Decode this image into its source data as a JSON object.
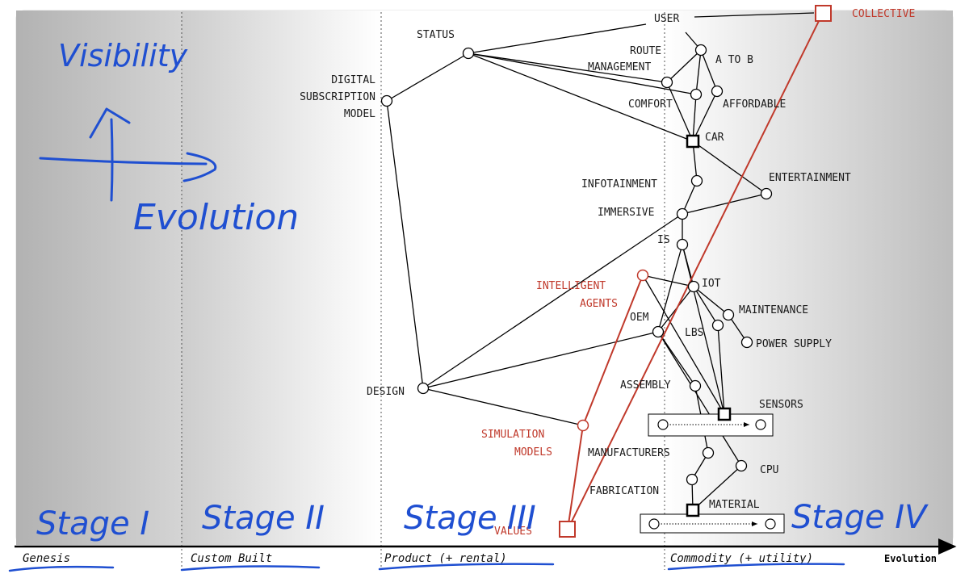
{
  "map": {
    "axis": {
      "stages": [
        "Genesis",
        "Custom Built",
        "Product (+ rental)",
        "Commodity (+ utility)"
      ],
      "evolution_label": "Evolution"
    },
    "annotations": {
      "visibility": "Visibility",
      "evolution": "Evolution",
      "stage_1": "Stage I",
      "stage_2": "Stage II",
      "stage_3": "Stage III",
      "stage_4": "Stage IV"
    },
    "nodes": {
      "user": "USER",
      "collective": "COLLECTIVE",
      "status": "STATUS",
      "route_1": "ROUTE",
      "route_2": "MANAGEMENT",
      "a_to_b": "A TO B",
      "digital_1": "DIGITAL",
      "digital_2": "SUBSCRIPTION",
      "digital_3": "MODEL",
      "comfort": "COMFORT",
      "affordable": "AFFORDABLE",
      "car": "CAR",
      "infotainment": "INFOTAINMENT",
      "entertainment": "ENTERTAINMENT",
      "immersive": "IMMERSIVE",
      "is": "IS",
      "ia_1": "INTELLIGENT",
      "ia_2": "AGENTS",
      "iot": "IOT",
      "maintenance": "MAINTENANCE",
      "oem": "OEM",
      "lbs": "LBS",
      "power_supply": "POWER SUPPLY",
      "design": "DESIGN",
      "assembly": "ASSEMBLY",
      "sensors": "SENSORS",
      "sim_1": "SIMULATION",
      "sim_2": "MODELS",
      "manufacturers": "MANUFACTURERS",
      "cpu": "CPU",
      "fabrication": "FABRICATION",
      "material": "MATERIAL",
      "values": "VALUES"
    }
  }
}
